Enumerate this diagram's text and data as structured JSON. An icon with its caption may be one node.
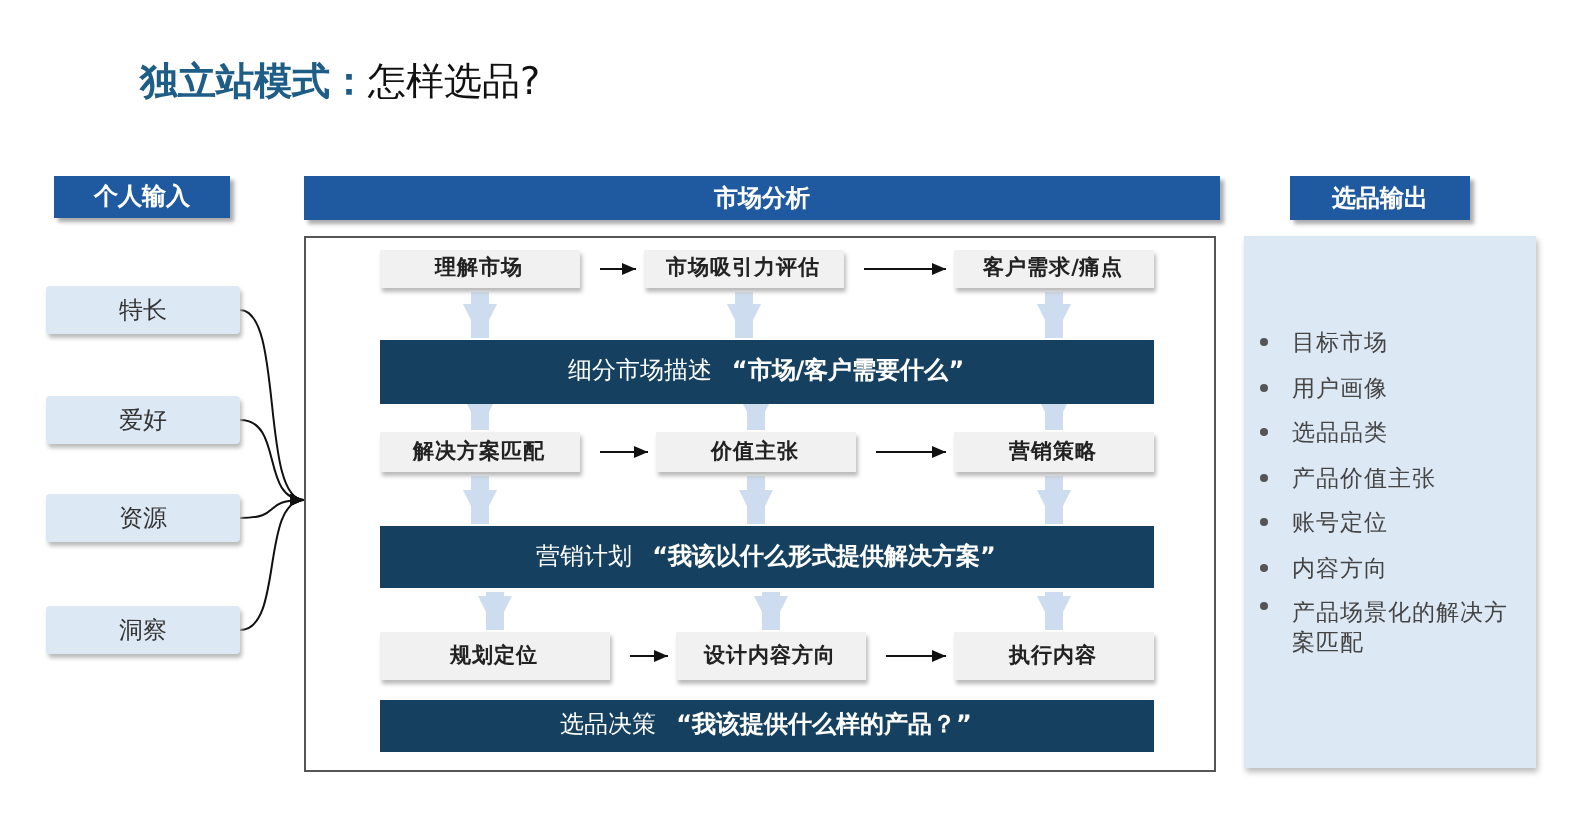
{
  "diagram": {
    "title": "**独立站模式：**怎样选品?",
    "nodes": [
      {
        "text": [
          "个人输入"
        ]
      },
      {
        "text": [
          "市场分析"
        ]
      },
      {
        "text": [
          "选品输出"
        ]
      },
      {
        "text": [
          "特长"
        ]
      },
      {
        "text": [
          "爱好"
        ]
      },
      {
        "text": [
          "资源"
        ]
      },
      {
        "text": [
          "洞察"
        ]
      },
      {
        "text": [],
        "shape": "box"
      },
      {
        "text": [
          "理解市场"
        ],
        "in": 7
      },
      {
        "text": [
          "市场吸引力评估"
        ],
        "in": 7
      },
      {
        "text": [
          "客户需求/痛点"
        ],
        "in": 7
      },
      {
        "text": [
          "细分市场描述",
          "“市场/客户需要什么”"
        ],
        "in": 7
      },
      {
        "text": [
          "解决方案匹配"
        ],
        "in": 7
      },
      {
        "text": [
          "价值主张"
        ],
        "in": 7
      },
      {
        "text": [
          "营销策略"
        ],
        "in": 7
      },
      {
        "text": [
          "营销计划",
          "“我该以什么形式提供解决方案”"
        ],
        "in": 7
      },
      {
        "text": [
          "规划定位"
        ],
        "in": 7
      },
      {
        "text": [
          "设计内容方向"
        ],
        "in": 7
      },
      {
        "text": [
          "执行内容"
        ],
        "in": 7
      },
      {
        "text": [
          "选品决策",
          "“我该提供什么样的产品？”"
        ],
        "in": 7
      },
      {
        "text": [
          "目标市场",
          "用户画像",
          "选品品类",
          "产品价值主张",
          "账号定位",
          "内容方向",
          "产品场景化的解决方案匹配"
        ]
      }
    ],
    "edges": [
      {
        "from": 3,
        "to": 7,
        "arrow": "to",
        "color": "#111111"
      },
      {
        "from": 4,
        "to": 7,
        "arrow": "to",
        "color": "#111111"
      },
      {
        "from": 5,
        "to": 7,
        "arrow": "to",
        "color": "#111111"
      },
      {
        "from": 6,
        "to": 7,
        "arrow": "to",
        "color": "#111111"
      },
      {
        "from": 8,
        "to": 9,
        "arrow": "to",
        "color": "#111111"
      },
      {
        "from": 9,
        "to": 10,
        "arrow": "to",
        "color": "#111111"
      },
      {
        "from": 8,
        "to": 11,
        "arrow": "to"
      },
      {
        "from": 9,
        "to": 11,
        "arrow": "to"
      },
      {
        "from": 10,
        "to": 11,
        "arrow": "to"
      },
      {
        "from": 11,
        "to": 12,
        "arrow": "to"
      },
      {
        "from": 11,
        "to": 13,
        "arrow": "to"
      },
      {
        "from": 11,
        "to": 14,
        "arrow": "to"
      },
      {
        "from": 12,
        "to": 13,
        "arrow": "to",
        "color": "#111111"
      },
      {
        "from": 13,
        "to": 14,
        "arrow": "to",
        "color": "#111111"
      },
      {
        "from": 12,
        "to": 15,
        "arrow": "to"
      },
      {
        "from": 13,
        "to": 15,
        "arrow": "to"
      },
      {
        "from": 14,
        "to": 15,
        "arrow": "to"
      },
      {
        "from": 15,
        "to": 16,
        "arrow": "to"
      },
      {
        "from": 15,
        "to": 17,
        "arrow": "to"
      },
      {
        "from": 15,
        "to": 18,
        "arrow": "to"
      },
      {
        "from": 16,
        "to": 17,
        "arrow": "to",
        "color": "#111111"
      },
      {
        "from": 17,
        "to": 18,
        "arrow": "to",
        "color": "#111111"
      }
    ]
  }
}
